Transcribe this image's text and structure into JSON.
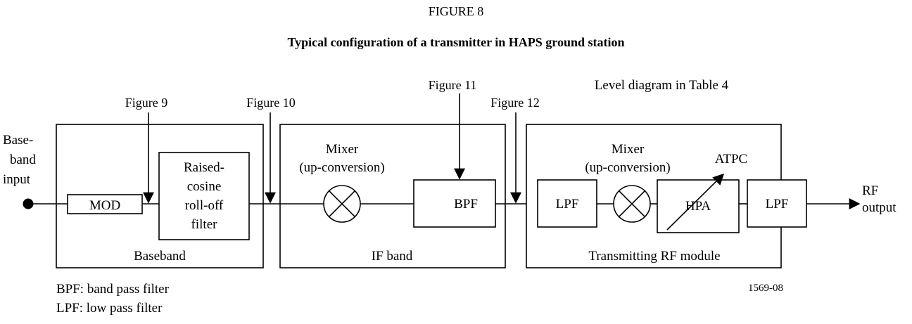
{
  "figure": {
    "number": "FIGURE 8",
    "title": "Typical configuration of a transmitter in HAPS ground station",
    "ref": "1569-08"
  },
  "input": {
    "line1": "Base-",
    "line2": "band",
    "line3": "input"
  },
  "output": {
    "line1": "RF",
    "line2": "output"
  },
  "refs": {
    "fig9": "Figure 9",
    "fig10": "Figure 10",
    "fig11": "Figure 11",
    "fig12": "Figure 12",
    "level": "Level diagram in Table 4"
  },
  "baseband": {
    "label": "Baseband",
    "mod": "MOD",
    "filter": [
      "Raised-",
      "cosine",
      "roll-off",
      "filter"
    ]
  },
  "if_band": {
    "label": "IF band",
    "mixer_line1": "Mixer",
    "mixer_line2": "(up-conversion)",
    "bpf": "BPF"
  },
  "rf_module": {
    "label": "Transmitting RF module",
    "mixer_line1": "Mixer",
    "mixer_line2": "(up-conversion)",
    "lpf1": "LPF",
    "hpa": "HPA",
    "atpc": "ATPC",
    "lpf2": "LPF"
  },
  "legend": [
    "BPF: band pass filter",
    "LPF: low pass filter"
  ]
}
